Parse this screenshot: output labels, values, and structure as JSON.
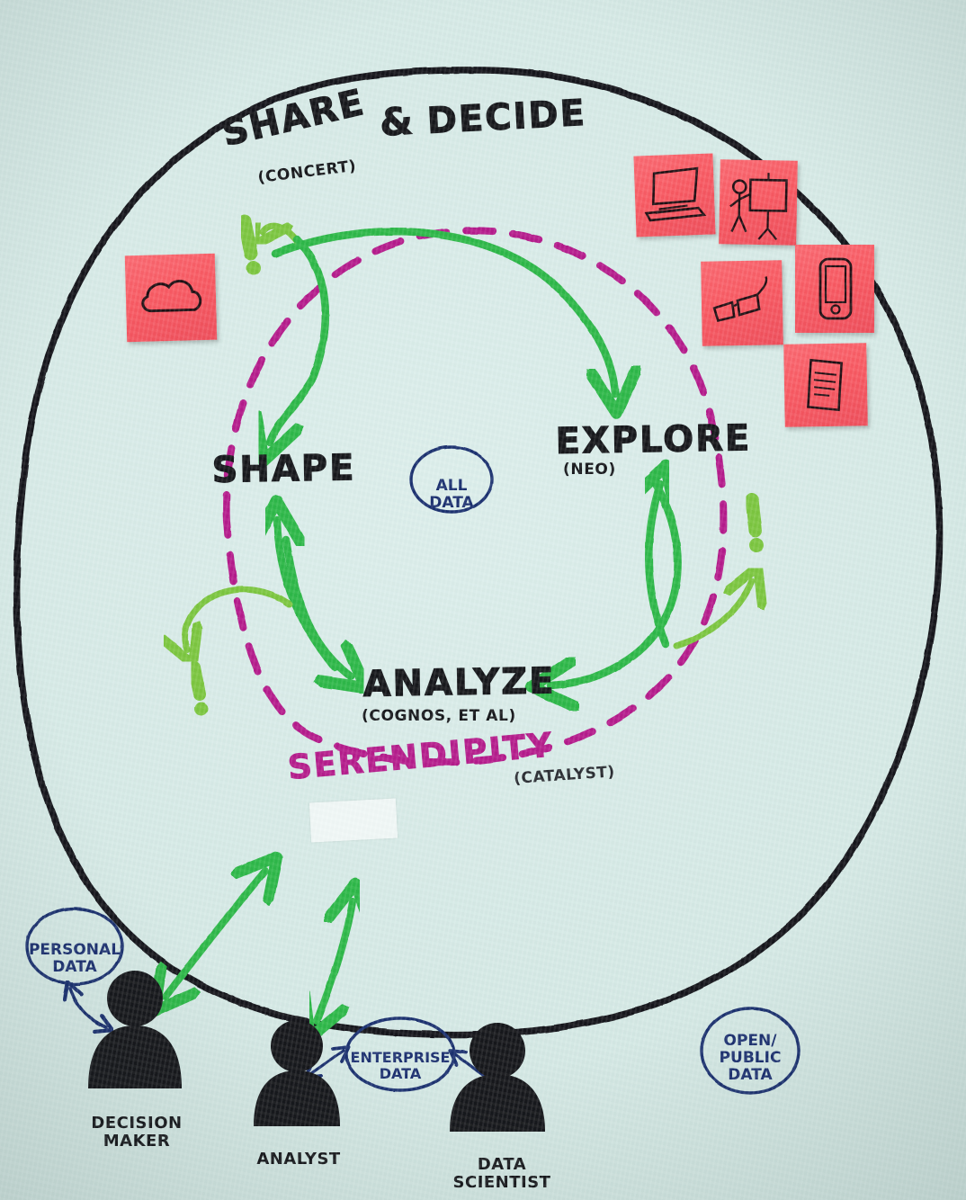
{
  "board": {
    "background_color": "#d4e8e4",
    "ink_black": "#17181c",
    "ink_green_dark": "#2eb84a",
    "ink_green_light": "#7cc63f",
    "ink_magenta": "#b51e8c",
    "ink_blue": "#1c3070",
    "sticky_color": "#f85a63"
  },
  "title": {
    "main": "SHARE & DECIDE",
    "word1": "SHARE",
    "amp": "&",
    "word2": "DECIDE",
    "subtitle": "(CONCERT)"
  },
  "stages": [
    {
      "id": "share",
      "label": "SHARE & DECIDE",
      "sub": "(CONCERT)"
    },
    {
      "id": "shape",
      "label": "SHAPE",
      "sub": ""
    },
    {
      "id": "explore",
      "label": "EXPLORE",
      "sub": "(NEO)"
    },
    {
      "id": "analyze",
      "label": "ANALYZE",
      "sub": "(COGNOS, ET AL)"
    }
  ],
  "labels": {
    "shape": "SHAPE",
    "explore": "EXPLORE",
    "explore_sub": "(NEO)",
    "analyze": "ANALYZE",
    "analyze_sub": "(COGNOS, ET AL)",
    "serendipity": "SERENDIPITY",
    "serendipity_sub": "(CATALYST)"
  },
  "bubbles": [
    {
      "id": "all-data",
      "text": "ALL\nDATA"
    },
    {
      "id": "personal-data",
      "text": "PERSONAL\nDATA"
    },
    {
      "id": "enterprise-data",
      "text": "ENTERPRISE\nDATA"
    },
    {
      "id": "open-public-data",
      "text": "OPEN/\nPUBLIC\nDATA"
    }
  ],
  "bubble_text": {
    "all_data": "ALL\nDATA",
    "personal_data": "PERSONAL\nDATA",
    "enterprise_data": "ENTERPRISE\nDATA",
    "open_public_data": "OPEN/\nPUBLIC\nDATA"
  },
  "personas": [
    {
      "id": "decision-maker",
      "label": "DECISION\nMAKER"
    },
    {
      "id": "analyst",
      "label": "ANALYST"
    },
    {
      "id": "data-scientist",
      "label": "DATA SCIENTIST"
    }
  ],
  "persona_labels": {
    "decision_maker": "DECISION\nMAKER",
    "analyst": "ANALYST",
    "data_scientist": "DATA SCIENTIST"
  },
  "sticky_notes": [
    {
      "id": "cloud",
      "icon": "cloud-icon"
    },
    {
      "id": "laptop",
      "icon": "laptop-icon"
    },
    {
      "id": "presenter",
      "icon": "presenter-whiteboard-icon"
    },
    {
      "id": "glasses",
      "icon": "smart-glasses-icon"
    },
    {
      "id": "phone",
      "icon": "mobile-phone-icon"
    },
    {
      "id": "document",
      "icon": "document-icon"
    }
  ],
  "annotations": {
    "exclamation": "!",
    "exclamation_count": 3
  }
}
